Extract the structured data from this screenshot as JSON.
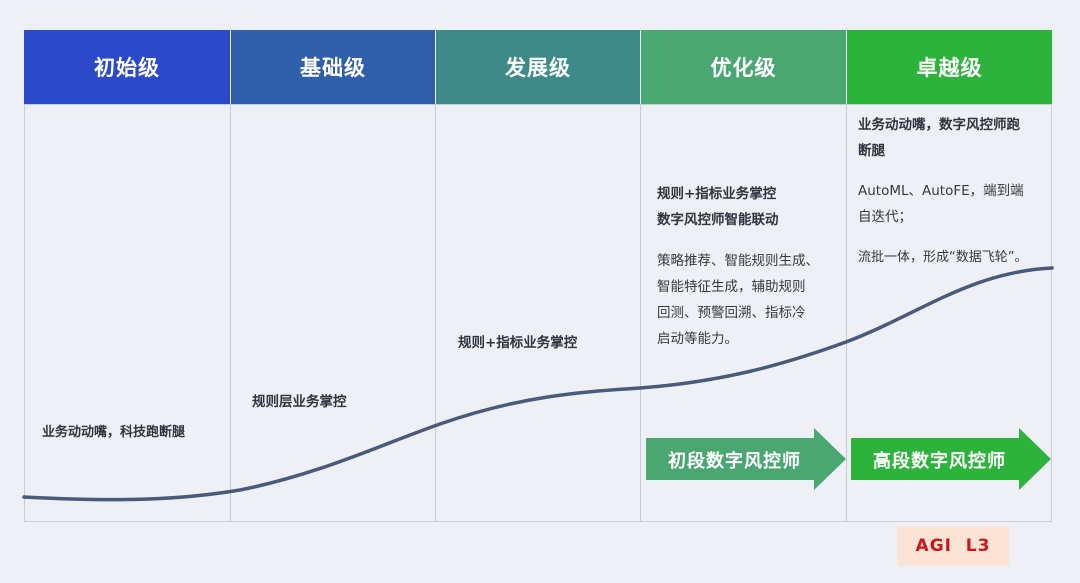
{
  "levels": [
    {
      "title": "初始级",
      "color": "#2c49c9"
    },
    {
      "title": "基础级",
      "color": "#2f5eab"
    },
    {
      "title": "发展级",
      "color": "#3e8a88"
    },
    {
      "title": "优化级",
      "color": "#4aa772"
    },
    {
      "title": "卓越级",
      "color": "#2db23c"
    }
  ],
  "col1": {
    "text": "业务动动嘴，科技跑断腿"
  },
  "col2": {
    "text": "规则层业务掌控"
  },
  "col3": {
    "text": "规则+指标业务掌控"
  },
  "col4": {
    "heading1": "规则+指标业务掌控",
    "heading2": "数字风控师智能联动",
    "desc": [
      "策略推荐、智能规则生成、",
      "智能特征生成，辅助规则",
      "回测、预警回溯、指标冷",
      "启动等能力。"
    ]
  },
  "col5": {
    "heading": [
      "业务动动嘴，数字风控师跑",
      "断腿"
    ],
    "desc1": [
      "AutoML、AutoFE，端到端",
      "自迭代；"
    ],
    "desc2": "流批一体，形成“数据飞轮”。"
  },
  "arrows": [
    {
      "label": "初段数字风控师",
      "color": "#4aa772"
    },
    {
      "label": "高段数字风控师",
      "color": "#2db23c"
    }
  ],
  "badge": {
    "text": "AGI  L3"
  },
  "curve": {
    "color": "#4a5a7a"
  }
}
